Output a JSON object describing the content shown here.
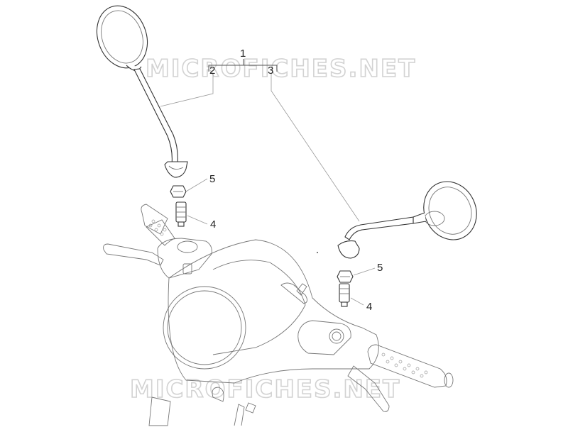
{
  "watermark": {
    "top": "MICROFICHES.NET",
    "bottom": "MICROFICHES.NET"
  },
  "callouts": {
    "assembly": "1",
    "left_mirror": "2",
    "right_mirror": "3",
    "left_stud": "4",
    "right_stud": "4",
    "left_nut": "5",
    "right_nut": "5"
  }
}
